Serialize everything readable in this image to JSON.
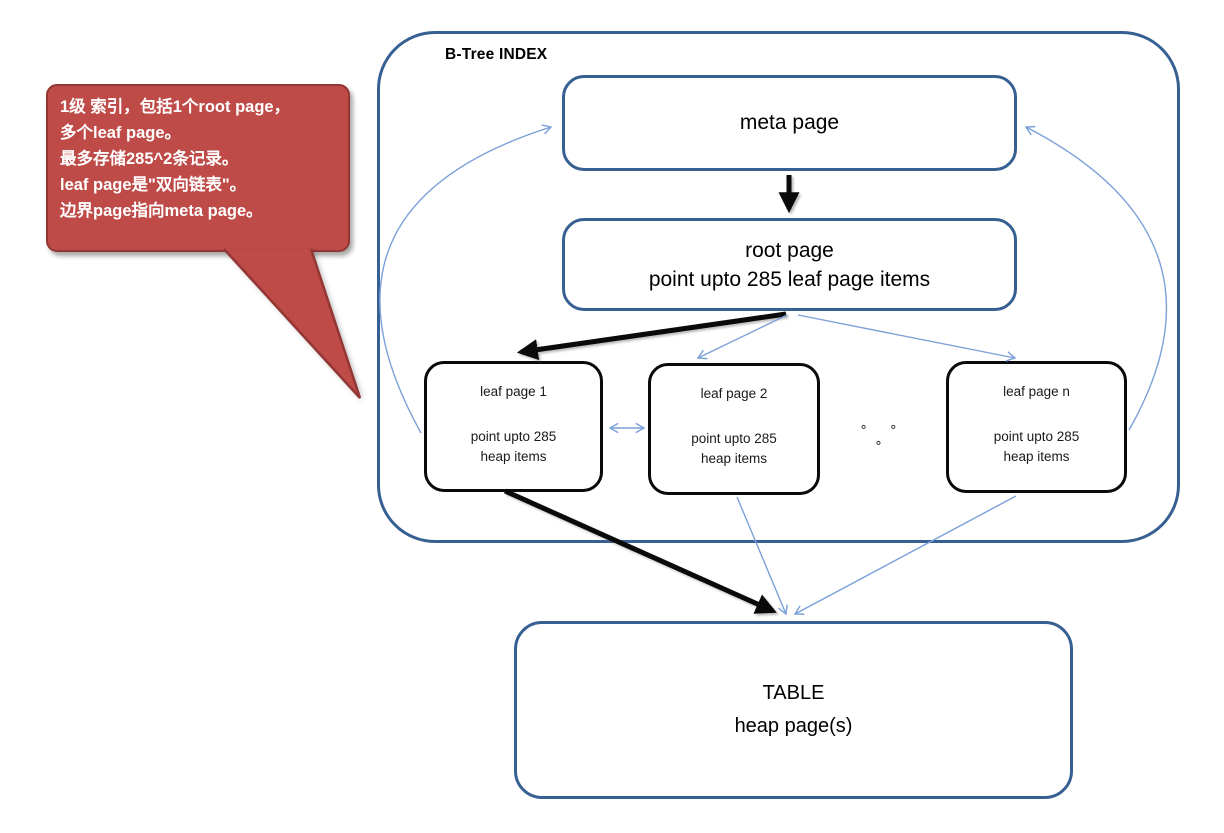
{
  "callout": {
    "lines": [
      "1级 索引，包括1个root page，",
      "多个leaf page。",
      "最多存储285^2条记录。",
      "leaf page是\"双向链表\"。",
      "边界page指向meta page。"
    ]
  },
  "btree": {
    "label": "B-Tree INDEX",
    "meta": {
      "title": "meta page"
    },
    "root": {
      "line1": "root page",
      "line2": "point upto 285 leaf page items"
    },
    "leaves": [
      {
        "title": "leaf page 1",
        "body_line1": "point upto 285",
        "body_line2": "heap items"
      },
      {
        "title": "leaf page 2",
        "body_line1": "point upto 285",
        "body_line2": "heap items"
      },
      {
        "title": "leaf page n",
        "body_line1": "point upto 285",
        "body_line2": "heap items"
      }
    ],
    "ellipsis": "∘ ∘ ∘"
  },
  "table": {
    "line1": "TABLE",
    "line2": "heap page(s)"
  },
  "colors": {
    "c-blue": "#376092",
    "c-arrow-blue": "#7BA1D9",
    "c-callout-fill": "#BE4B48",
    "c-callout-border": "#943634",
    "c-black": "#0a0a0a"
  }
}
